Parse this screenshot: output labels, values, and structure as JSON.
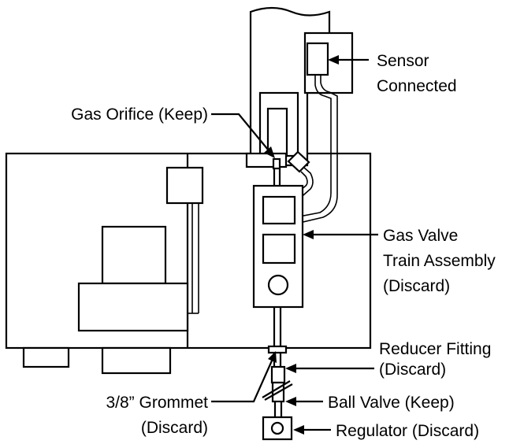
{
  "diagram": {
    "labels": {
      "sensor": [
        "Sensor",
        "Connected"
      ],
      "gas_orifice": "Gas Orifice (Keep)",
      "gas_valve": [
        "Gas Valve",
        "Train Assembly",
        "(Discard)"
      ],
      "reducer": [
        "Reducer Fitting",
        "(Discard)"
      ],
      "grommet": [
        "3/8” Grommet",
        "(Discard)"
      ],
      "ball_valve": "Ball Valve (Keep)",
      "regulator": "Regulator (Discard)"
    }
  }
}
